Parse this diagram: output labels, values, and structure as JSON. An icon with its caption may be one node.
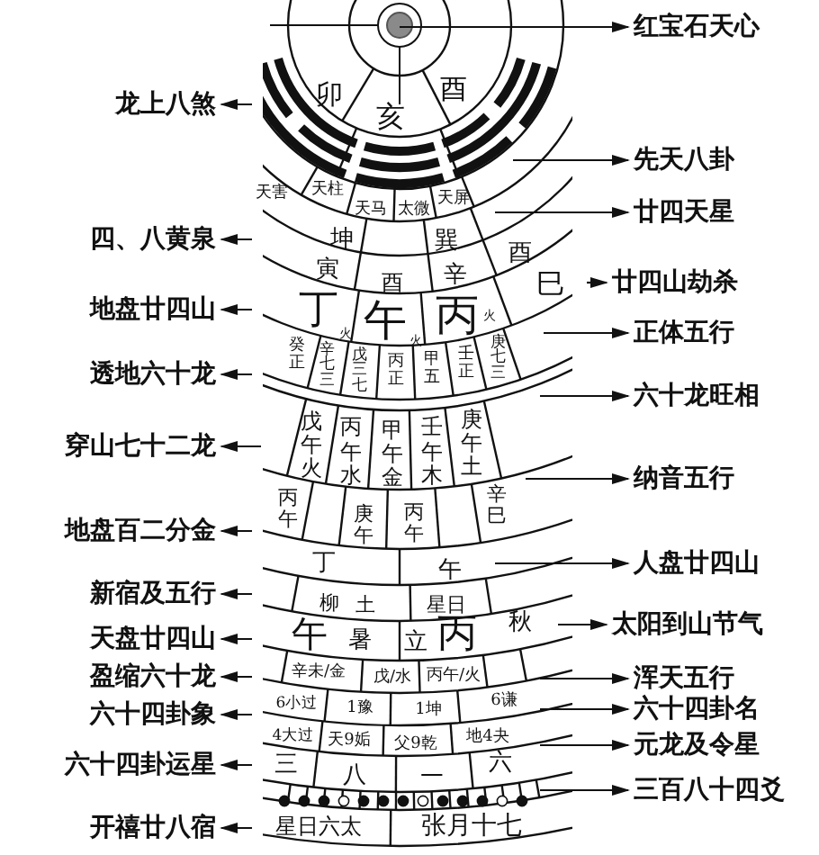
{
  "diagram": {
    "nodes": [
      {
        "text": [
          "红宝石天心"
        ]
      },
      {
        "text": [
          "龙上八煞"
        ]
      },
      {
        "text": [
          "先天八卦"
        ]
      },
      {
        "text": [
          "廿四天星"
        ]
      },
      {
        "text": [
          "四、八黄泉"
        ]
      },
      {
        "text": [
          "廿四山劫杀"
        ]
      },
      {
        "text": [
          "地盘廿四山"
        ]
      },
      {
        "text": [
          "正体五行"
        ]
      },
      {
        "text": [
          "透地六十龙"
        ]
      },
      {
        "text": [
          "六十龙旺相"
        ]
      },
      {
        "text": [
          "穿山七十二龙"
        ]
      },
      {
        "text": [
          "纳音五行"
        ]
      },
      {
        "text": [
          "地盘百二分金"
        ]
      },
      {
        "text": [
          "人盘廿四山"
        ]
      },
      {
        "text": [
          "新宿及五行"
        ]
      },
      {
        "text": [
          "太阳到山节气"
        ]
      },
      {
        "text": [
          "天盘廿四山"
        ]
      },
      {
        "text": [
          "盈缩六十龙"
        ]
      },
      {
        "text": [
          "浑天五行"
        ]
      },
      {
        "text": [
          "六十四卦名"
        ]
      },
      {
        "text": [
          "六十四卦象"
        ]
      },
      {
        "text": [
          "元龙及令星"
        ]
      },
      {
        "text": [
          "六十四卦运星"
        ]
      },
      {
        "text": [
          "三百八十四爻"
        ]
      },
      {
        "text": [
          "开禧廿八宿"
        ]
      }
    ],
    "edges": [
      {
        "from": null,
        "to": 0,
        "arrow": "to"
      },
      {
        "from": null,
        "to": 1,
        "arrow": "to"
      },
      {
        "from": null,
        "to": 2,
        "arrow": "to"
      },
      {
        "from": null,
        "to": 3,
        "arrow": "to"
      },
      {
        "from": null,
        "to": 4,
        "arrow": "to"
      },
      {
        "from": null,
        "to": 5,
        "arrow": "to"
      },
      {
        "from": null,
        "to": 6,
        "arrow": "to"
      },
      {
        "from": null,
        "to": 7,
        "arrow": "to"
      },
      {
        "from": null,
        "to": 8,
        "arrow": "to"
      },
      {
        "from": null,
        "to": 9,
        "arrow": "to"
      },
      {
        "from": null,
        "to": 10,
        "arrow": "to"
      },
      {
        "from": null,
        "to": 11,
        "arrow": "to"
      },
      {
        "from": null,
        "to": 12,
        "arrow": "to"
      },
      {
        "from": null,
        "to": 13,
        "arrow": "to"
      },
      {
        "from": null,
        "to": 14,
        "arrow": "to"
      },
      {
        "from": null,
        "to": 15,
        "arrow": "to"
      },
      {
        "from": null,
        "to": 16,
        "arrow": "to"
      },
      {
        "from": null,
        "to": 17,
        "arrow": "to"
      },
      {
        "from": null,
        "to": 18,
        "arrow": "to"
      },
      {
        "from": null,
        "to": 19,
        "arrow": "to"
      },
      {
        "from": null,
        "to": 20,
        "arrow": "to"
      },
      {
        "from": null,
        "to": 21,
        "arrow": "to"
      },
      {
        "from": null,
        "to": 22,
        "arrow": "to"
      },
      {
        "from": null,
        "to": 23,
        "arrow": "to"
      },
      {
        "from": null,
        "to": 24,
        "arrow": "to"
      }
    ],
    "labels": [
      "卯",
      "亥",
      "酉",
      "天害",
      "天柱",
      "天马",
      "太微",
      "天屏",
      "坤",
      "巽",
      "酉",
      "寅",
      "酉",
      "辛",
      "巳",
      "丁",
      "火",
      "午",
      "火",
      "丙",
      "火",
      "癸正",
      "辛七三",
      "戊三七",
      "丙正",
      "甲五",
      "壬正",
      "庚七三",
      "戊午火",
      "丙午水",
      "甲午金",
      "壬午木",
      "庚午土",
      "丙午",
      "庚午",
      "丙午",
      "辛巳",
      "丁",
      "午",
      "柳",
      "土",
      "星日",
      "午",
      "暑",
      "立",
      "丙",
      "秋",
      "辛未/金",
      "戊/水",
      "丙午/火",
      "6小过",
      "1豫",
      "1坤",
      "6谦",
      "4大过",
      "天9姤",
      "父9乾",
      "地4夬",
      "三",
      "八",
      "一",
      "六",
      "星日六太",
      "张月十七"
    ]
  }
}
